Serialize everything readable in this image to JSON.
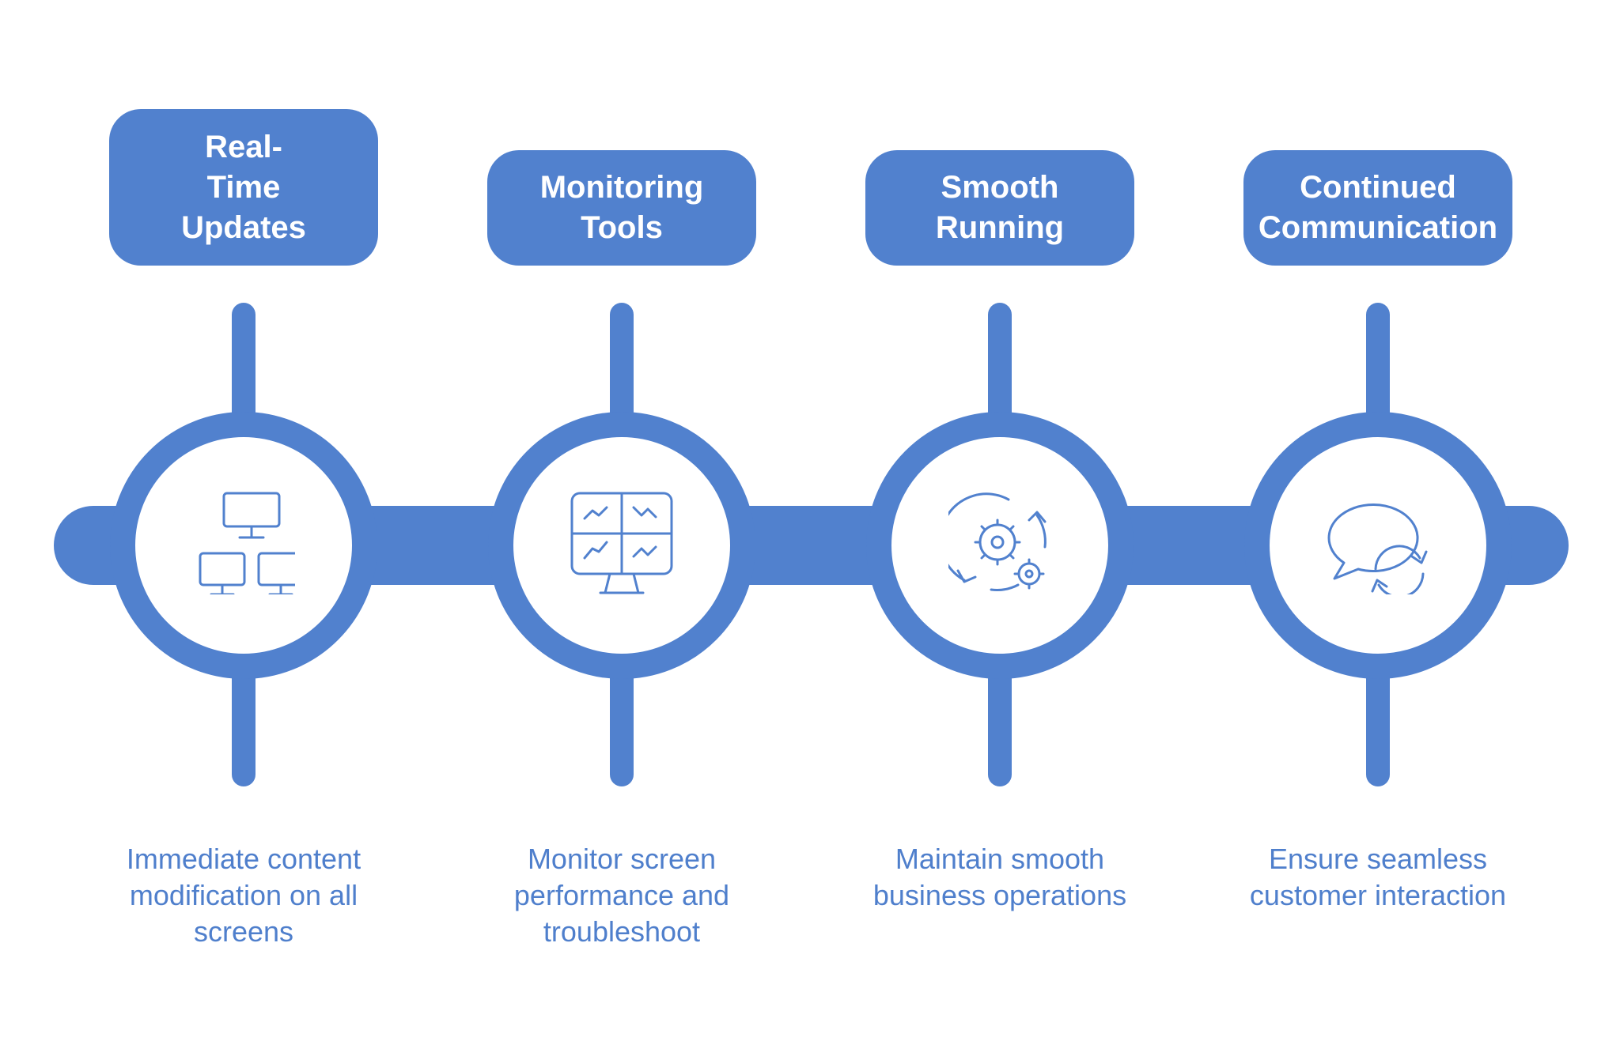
{
  "colors": {
    "accent": "#5181CE",
    "text": "#4F7FCC",
    "background": "#FFFFFF"
  },
  "steps": [
    {
      "title": "Real-\nTime\nUpdates",
      "description": "Immediate content\nmodification on all\nscreens",
      "icon": "network-monitors-icon"
    },
    {
      "title": "Monitoring\nTools",
      "description": "Monitor screen\nperformance and\ntroubleshoot",
      "icon": "dashboard-monitor-icon"
    },
    {
      "title": "Smooth\nRunning",
      "description": "Maintain smooth\nbusiness operations",
      "icon": "gears-cycle-icon"
    },
    {
      "title": "Continued\nCommunication",
      "description": "Ensure seamless\ncustomer interaction",
      "icon": "chat-refresh-icon"
    }
  ]
}
